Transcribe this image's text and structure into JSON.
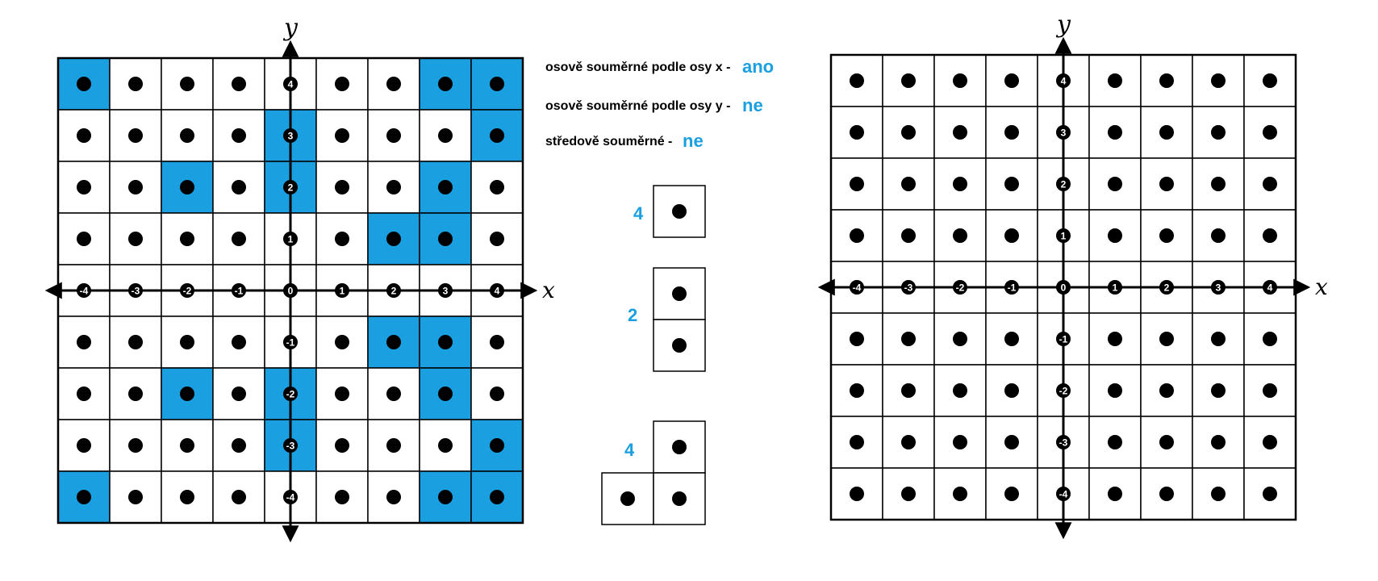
{
  "colors": {
    "fill": "#1a9fe0",
    "grid": "#000000",
    "answer": "#1a9fe0"
  },
  "axis_labels": {
    "x": "x",
    "y": "y"
  },
  "x_ticks": [
    "-4",
    "-3",
    "-2",
    "-1",
    "0",
    "1",
    "2",
    "3",
    "4"
  ],
  "y_ticks": [
    "4",
    "3",
    "2",
    "1",
    "0",
    "-1",
    "-2",
    "-3",
    "-4"
  ],
  "left_grid": {
    "filled_cells": [
      [
        -4,
        4
      ],
      [
        3,
        4
      ],
      [
        4,
        4
      ],
      [
        0,
        3
      ],
      [
        4,
        3
      ],
      [
        -2,
        2
      ],
      [
        0,
        2
      ],
      [
        3,
        2
      ],
      [
        2,
        1
      ],
      [
        3,
        1
      ],
      [
        2,
        -1
      ],
      [
        3,
        -1
      ],
      [
        -2,
        -2
      ],
      [
        0,
        -2
      ],
      [
        3,
        -2
      ],
      [
        0,
        -3
      ],
      [
        4,
        -3
      ],
      [
        -4,
        -4
      ],
      [
        3,
        -4
      ],
      [
        4,
        -4
      ]
    ]
  },
  "right_grid": {
    "filled_cells": []
  },
  "questions": [
    {
      "label": "osově souměrné podle osy x -",
      "answer": "ano"
    },
    {
      "label": "osově souměrné podle osy y -",
      "answer": "ne"
    },
    {
      "label": "středově souměrné -",
      "answer": "ne"
    }
  ],
  "shapes": [
    {
      "type": "single",
      "count": "4"
    },
    {
      "type": "vertical-pair",
      "count": "2"
    },
    {
      "type": "l-tromino",
      "count": "4"
    }
  ]
}
